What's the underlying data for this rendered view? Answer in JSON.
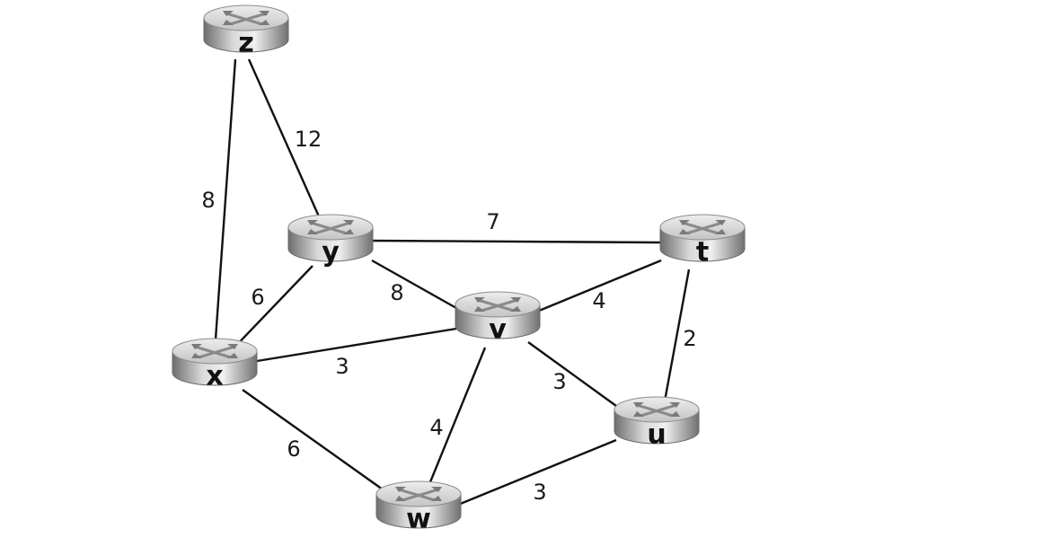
{
  "graph": {
    "icon": "router-icon",
    "colors": {
      "edge": "#111111",
      "router_body_light": "#e2e2e2",
      "router_body_dark": "#7d7d7d",
      "router_top": "#d8d8d8",
      "router_cross": "#8a8a8a",
      "label": "#111111"
    },
    "nodes": [
      {
        "id": "z",
        "label": "z"
      },
      {
        "id": "y",
        "label": "y"
      },
      {
        "id": "t",
        "label": "t"
      },
      {
        "id": "v",
        "label": "v"
      },
      {
        "id": "x",
        "label": "x"
      },
      {
        "id": "u",
        "label": "u"
      },
      {
        "id": "w",
        "label": "w"
      }
    ],
    "edges": [
      {
        "from": "z",
        "to": "y",
        "weight": "12"
      },
      {
        "from": "z",
        "to": "x",
        "weight": "8"
      },
      {
        "from": "y",
        "to": "t",
        "weight": "7"
      },
      {
        "from": "y",
        "to": "x",
        "weight": "6"
      },
      {
        "from": "y",
        "to": "v",
        "weight": "8"
      },
      {
        "from": "t",
        "to": "v",
        "weight": "4"
      },
      {
        "from": "t",
        "to": "u",
        "weight": "2"
      },
      {
        "from": "v",
        "to": "x",
        "weight": "3"
      },
      {
        "from": "v",
        "to": "u",
        "weight": "3"
      },
      {
        "from": "v",
        "to": "w",
        "weight": "4"
      },
      {
        "from": "x",
        "to": "w",
        "weight": "6"
      },
      {
        "from": "w",
        "to": "u",
        "weight": "3"
      }
    ]
  }
}
